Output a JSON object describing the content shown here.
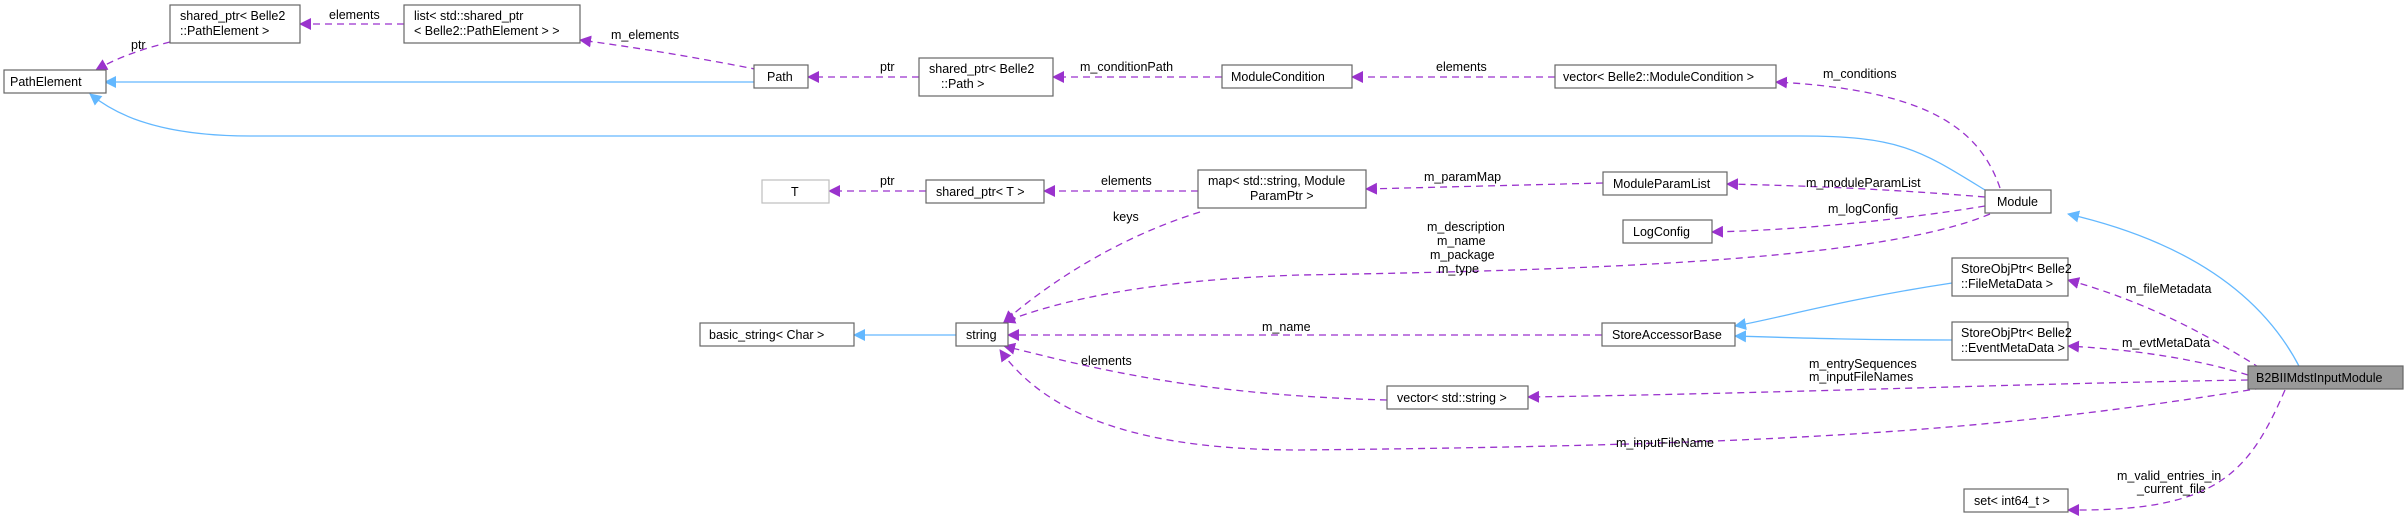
{
  "diagram": {
    "nodes": {
      "path_element": "PathElement",
      "shared_ptr_pathelement": [
        "shared_ptr< Belle2",
        "::PathElement >"
      ],
      "list_shared_ptr": [
        "list< std::shared_ptr",
        "< Belle2::PathElement > >"
      ],
      "path": "Path",
      "shared_ptr_path": [
        "shared_ptr< Belle2",
        "::Path >"
      ],
      "module_condition": "ModuleCondition",
      "vector_module_condition": "vector< Belle2::ModuleCondition >",
      "t": "T",
      "shared_ptr_t": "shared_ptr< T >",
      "map_param": [
        "map< std::string, Module",
        "ParamPtr >"
      ],
      "module_param_list": "ModuleParamList",
      "module": "Module",
      "log_config": "LogConfig",
      "storeobjptr_file": [
        "StoreObjPtr< Belle2",
        "::FileMetaData >"
      ],
      "basic_string": "basic_string< Char >",
      "string": "string",
      "store_accessor_base": "StoreAccessorBase",
      "storeobjptr_evt": [
        "StoreObjPtr< Belle2",
        "::EventMetaData >"
      ],
      "b2bii": "B2BIIMdstInputModule",
      "vector_string": "vector< std::string >",
      "set_int64": "set< int64_t >"
    },
    "edge_labels": {
      "ptr_1": "ptr",
      "elements_1": "elements",
      "m_elements": "m_elements",
      "ptr_2": "ptr",
      "m_conditionPath": "m_conditionPath",
      "elements_2": "elements",
      "m_conditions": "m_conditions",
      "ptr_3": "ptr",
      "elements_3": "elements",
      "m_paramMap": "m_paramMap",
      "keys": "keys",
      "m_moduleParamList": "m_moduleParamList",
      "m_logConfig": "m_logConfig",
      "module_string": [
        "m_description",
        "m_name",
        "m_package",
        "m_type"
      ],
      "m_fileMetadata": "m_fileMetadata",
      "m_name": "m_name",
      "m_evtMetaData": "m_evtMetaData",
      "elements_4": "elements",
      "input_names": [
        "m_entrySequences",
        "m_inputFileNames"
      ],
      "m_inputFileName": "m_inputFileName",
      "valid_entries": [
        "m_valid_entries_in",
        "_current_file"
      ]
    }
  }
}
